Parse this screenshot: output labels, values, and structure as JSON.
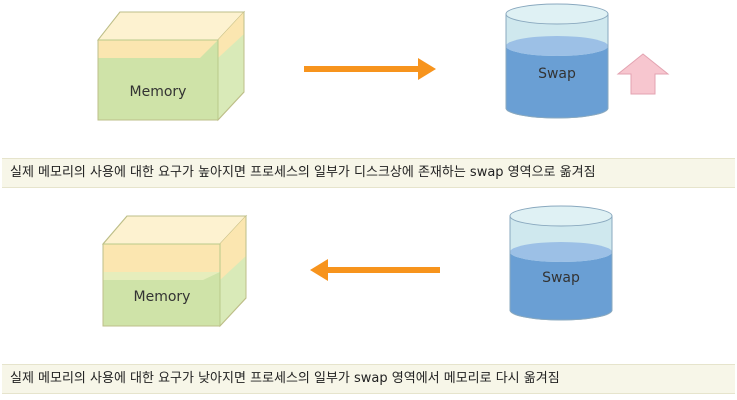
{
  "top_panel": {
    "memory_label": "Memory",
    "swap_label": "Swap",
    "caption": "실제 메모리의 사용에 대한 요구가 높아지면 프로세스의 일부가 디스크상에 존재하는 swap 영역으로 옮겨짐"
  },
  "bottom_panel": {
    "memory_label": "Memory",
    "swap_label": "Swap",
    "caption": "실제 메모리의 사용에 대한 요구가 낮아지면 프로세스의 일부가 swap 영역에서 메모리로 다시 옮겨짐"
  },
  "colors": {
    "arrow": "#f7941d",
    "up_arrow_fill": "#f7c6cf",
    "memory_front": "#cfe3a8",
    "memory_top_band": "#fbe6b0",
    "swap_body": "#6a9fd4",
    "swap_top": "#cfe8ee"
  }
}
